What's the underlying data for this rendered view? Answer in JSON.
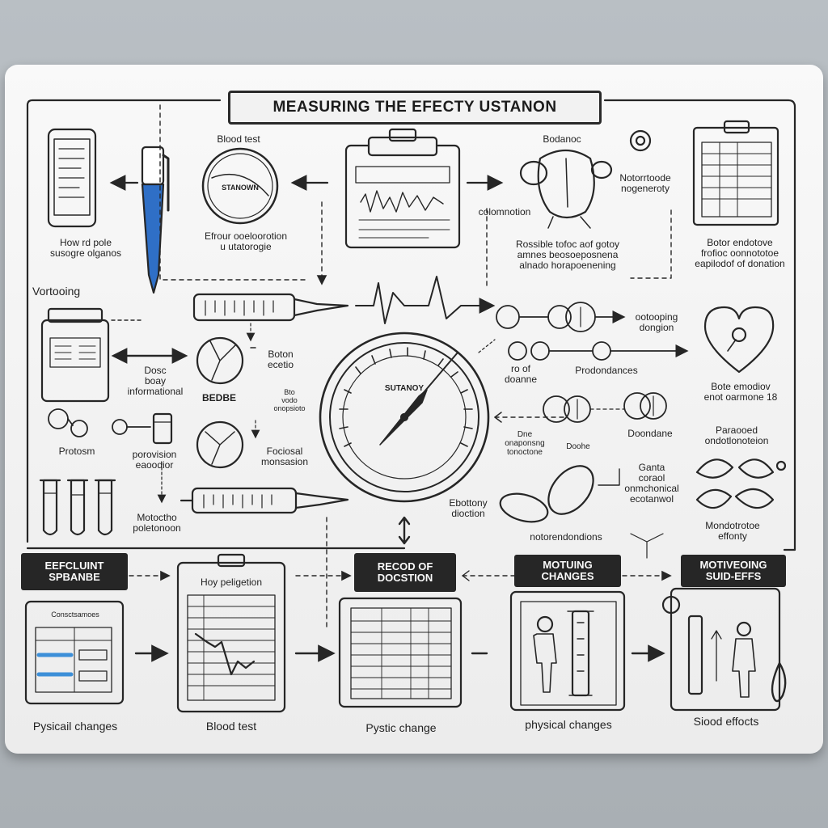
{
  "title": "MEASURING THE EFECTY USTANON",
  "gauge_label": "SUTANOY",
  "dial_label": "STANOWN",
  "labels": {
    "blood_test_top": "Blood test",
    "bodnoc": "Bodanoc",
    "hour_note": "How rd pole\nsusogre olganos",
    "effect_text": "Efrour ooeloorotion\nu utatorogie",
    "colommotion": "colomnotion",
    "noteworthy": "Notorrtoode\nnogeneroty",
    "possible": "Rossible tofoc aof gotoy\namnes beosoeposnena\nalnado horapoenening",
    "dosage_right": "Botor endotove\nfrofioc oonnototoe\neapilodof of donation",
    "vortooing": "Vortooing",
    "ootooing": "ootooping\ndongion",
    "informational": "Dosc\nboay\ninformational",
    "boton": "Boton\necetio",
    "bedbe": "BEDBE",
    "boto_small": "Bto\nvodo\nonopsioto",
    "of_doanne": "ro of\ndoanne",
    "prodondances": "Prodondances",
    "bote_emodlov": "Bote emodiov\nenot oarmone 18",
    "protosm": "Protosm",
    "poravision": "porovision\neaoodior",
    "focional": "Fociosal\nmonsasion",
    "one_small": "Dne\nonaponsng\ntonoctone",
    "doohe": "Doohe",
    "doondane": "Doondane",
    "paracoed": "Paraooed\nondotlonoteion",
    "motootino": "Motoctho\npoletonoon",
    "ebottony": "Ebottony\ndioction",
    "control": "Ganta\ncoraol\nonmchonical\necotanwol",
    "noteor": "notorendondions",
    "mondot": "Mondotrotoe\neffonty",
    "exp1": "EEFCLUINT\nSPBANBE",
    "exp2": "RECOD OF\nDOCSTION",
    "exp3": "MOTUING\nCHANGES",
    "exp4": "MOTIVEOING\nSUID-EFFS",
    "hoy_pel": "Hoy peligetion",
    "cons_head": "Consctsamoes",
    "bottom1": "Pysicail changes",
    "bottom2": "Blood test",
    "bottom3": "Pystic change",
    "bottom4": "physical changes",
    "bottom5": "Siood effocts"
  },
  "colors": {
    "pen_blue": "#2f6fc6",
    "ink": "#262626",
    "chart_blue": "#3c8fd8"
  }
}
